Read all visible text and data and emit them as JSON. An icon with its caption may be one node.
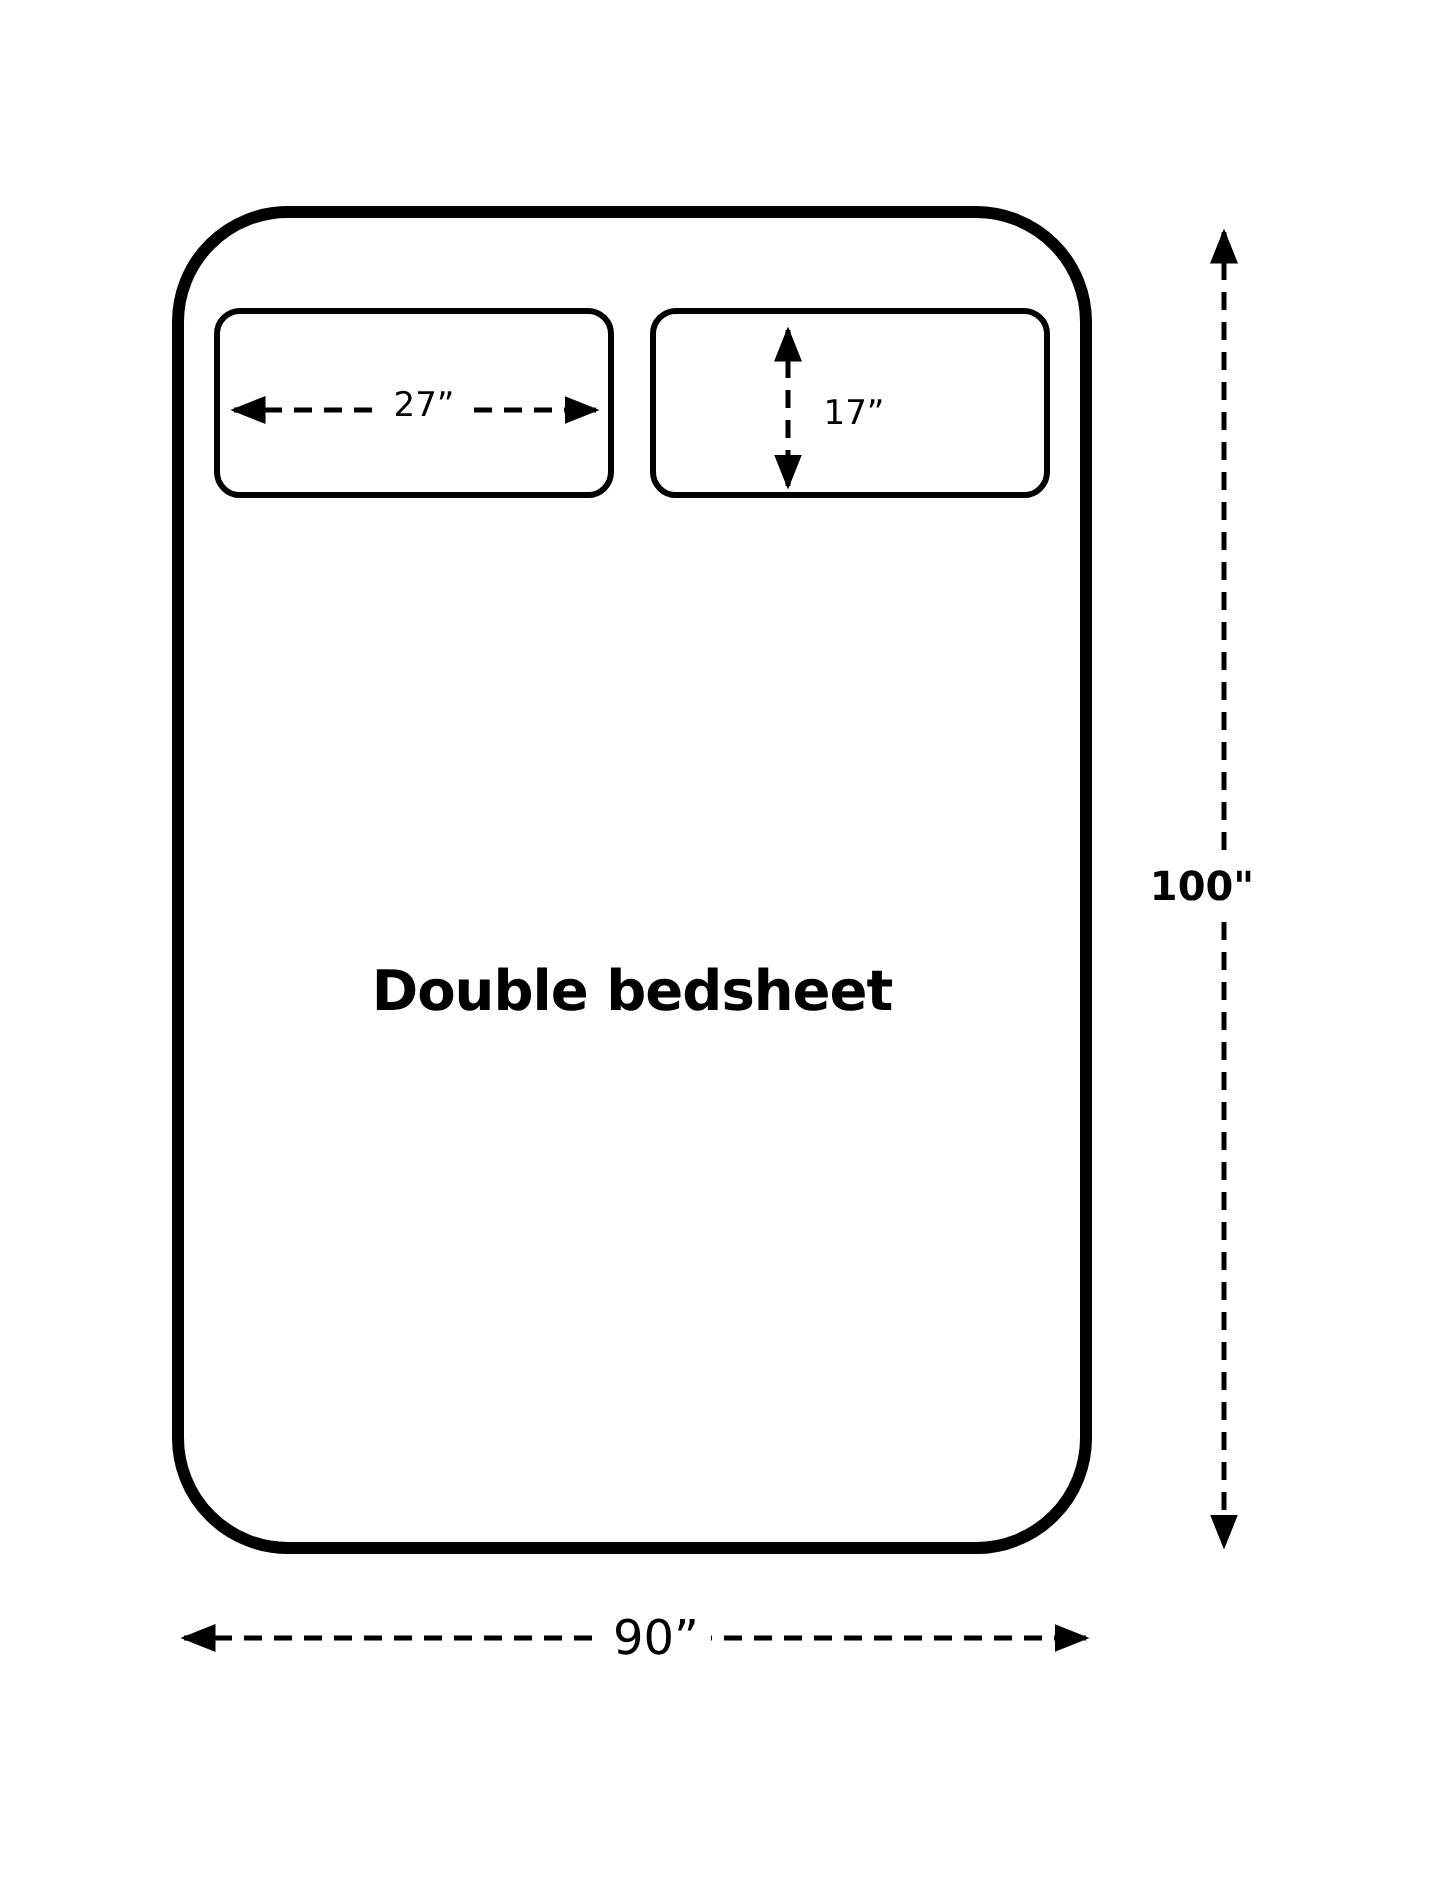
{
  "diagram": {
    "nodes": [
      {
        "text": [
          "Double bedsheet"
        ]
      },
      {
        "text": [],
        "shape": "box",
        "in": 0
      },
      {
        "text": [],
        "shape": "box",
        "in": 0
      }
    ],
    "labels": [
      "27”",
      "17”",
      "100\"",
      "90”"
    ]
  }
}
